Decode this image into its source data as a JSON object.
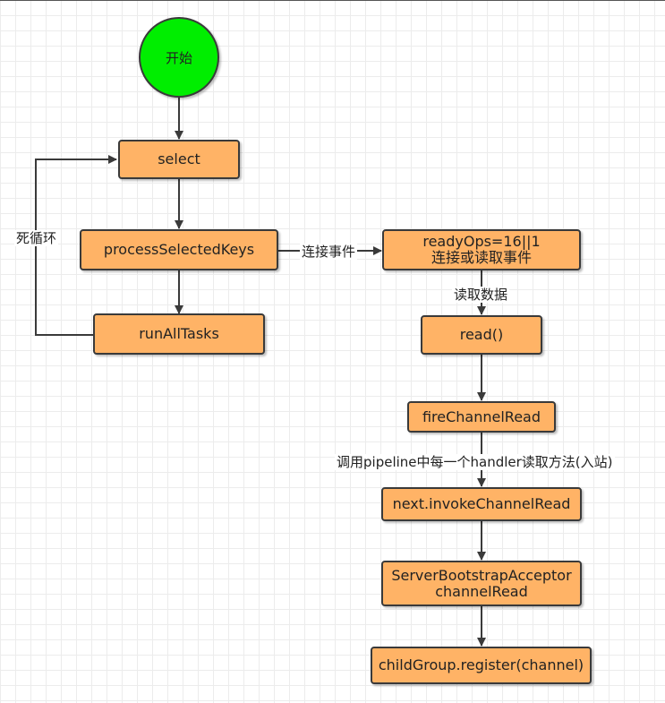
{
  "nodes": {
    "start": "开始",
    "select": "select",
    "process_selected_keys": "processSelectedKeys",
    "run_all_tasks": "runAllTasks",
    "ready_ops_line1": "readyOps=16||1",
    "ready_ops_line2": "连接或读取事件",
    "read": "read()",
    "fire_channel_read": "fireChannelRead",
    "next_invoke_channel_read": "next.invokeChannelRead",
    "server_bootstrap_line1": "ServerBootstrapAcceptor",
    "server_bootstrap_line2": "channelRead",
    "child_group_register": "childGroup.register(channel)"
  },
  "edge_labels": {
    "loop": "死循环",
    "connect_event": "连接事件",
    "read_data": "读取数据",
    "pipeline_call": "调用pipeline中每一个handler读取方法(入站)"
  },
  "colors": {
    "node_fill": "#ffb366",
    "start_fill": "#00ee00",
    "border": "#3a3a3a"
  }
}
